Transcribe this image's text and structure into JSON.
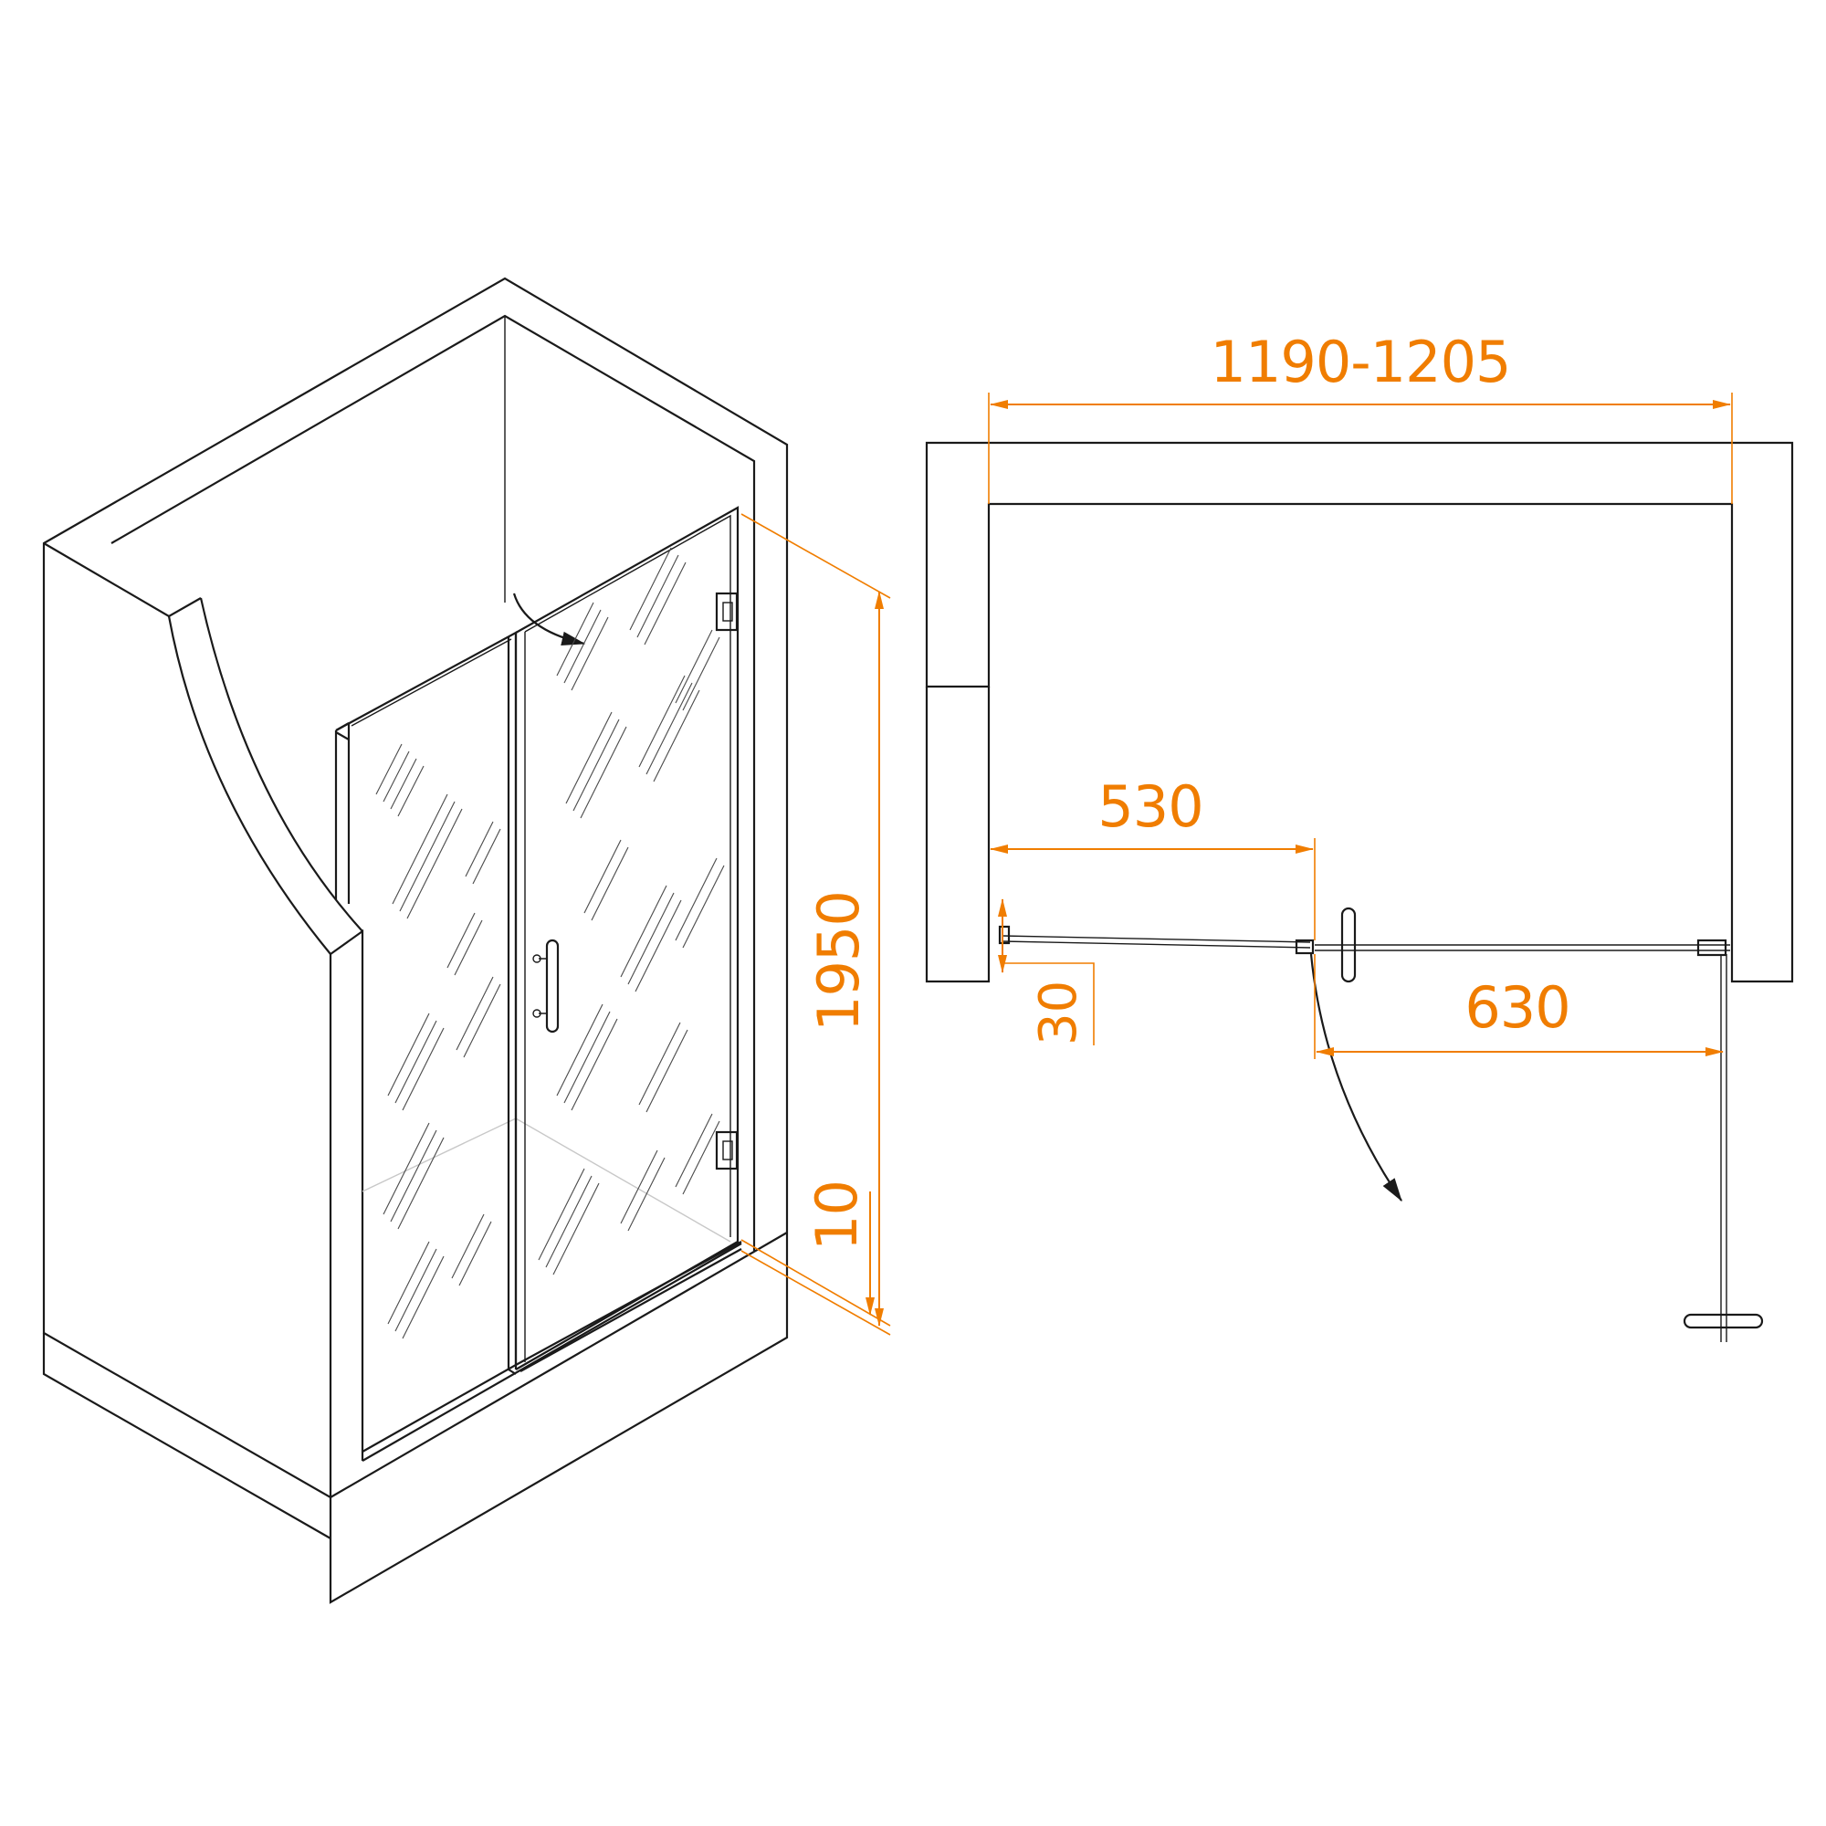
{
  "dimensions": {
    "width_range": "1190-1205",
    "fixed_panel": "530",
    "door_panel": "630",
    "height": "1950",
    "frame_depth": "30",
    "bottom_gap": "10"
  },
  "colors": {
    "dimension": "#f07d00",
    "line": "#1a1a1a"
  }
}
